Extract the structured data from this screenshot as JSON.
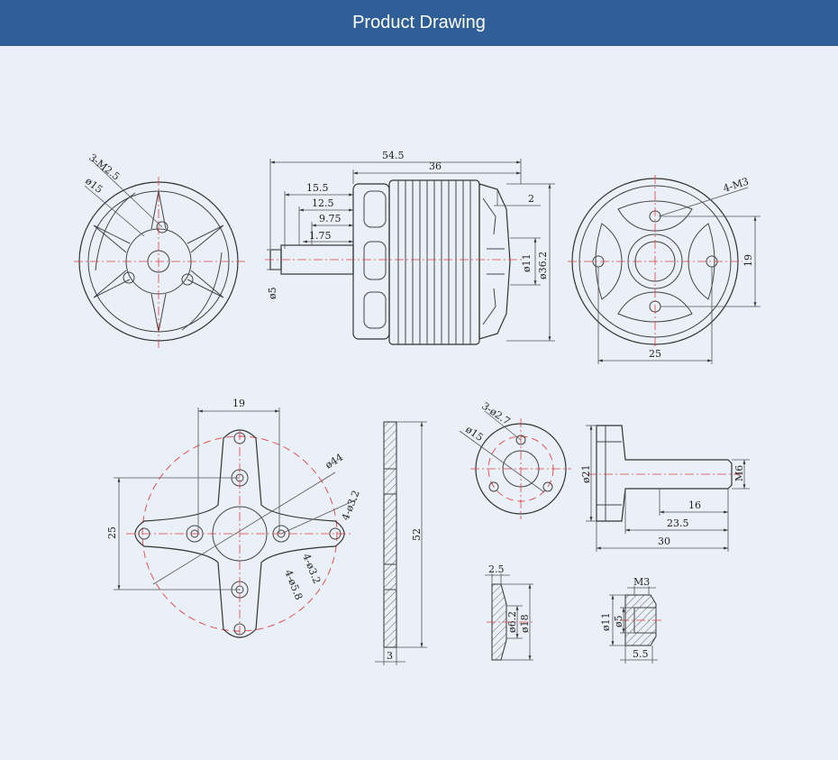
{
  "header": {
    "title": "Product Drawing"
  },
  "colors": {
    "header_bg": "#2f5f96",
    "page_bg": "#eaf0f7",
    "line": "#444444",
    "centerline": "#e04040"
  },
  "drawing": {
    "front_view": {
      "labels": {
        "thread": "3-M2.5",
        "bolt_circle": "ø15"
      }
    },
    "side_view": {
      "labels": {
        "overall": "54.5",
        "body": "36",
        "shaft_15_5": "15.5",
        "shaft_12_5": "12.5",
        "shaft_9_75": "9.75",
        "shaft_1_75": "1.75",
        "lip": "2",
        "boss": "ø11",
        "diameter": "ø36.2",
        "shaft_dia": "ø5"
      }
    },
    "rear_view": {
      "labels": {
        "holes": "4-M3",
        "spacing_v": "19",
        "spacing_h": "25"
      }
    },
    "x_mount": {
      "labels": {
        "spacing_top": "19",
        "spacing_side": "25",
        "circle": "ø44",
        "holes_outer": "4-ø3.2",
        "holes_inner": "4-ø3.2",
        "counterbore": "4-ø5.8"
      }
    },
    "plate_section": {
      "labels": {
        "height": "52",
        "thickness": "3"
      }
    },
    "prop_adapter_disk": {
      "labels": {
        "holes": "3-ø2.7",
        "circle": "ø15"
      }
    },
    "prop_shaft": {
      "labels": {
        "flange": "ø21",
        "thread": "M6",
        "l16": "16",
        "l23_5": "23.5",
        "l30": "30"
      }
    },
    "washer": {
      "labels": {
        "thickness": "2.5",
        "inner": "ø6.2",
        "outer": "ø18"
      }
    },
    "nut": {
      "labels": {
        "thread": "M3",
        "outer": "ø11",
        "inner": "ø5",
        "height": "5.5"
      }
    }
  }
}
